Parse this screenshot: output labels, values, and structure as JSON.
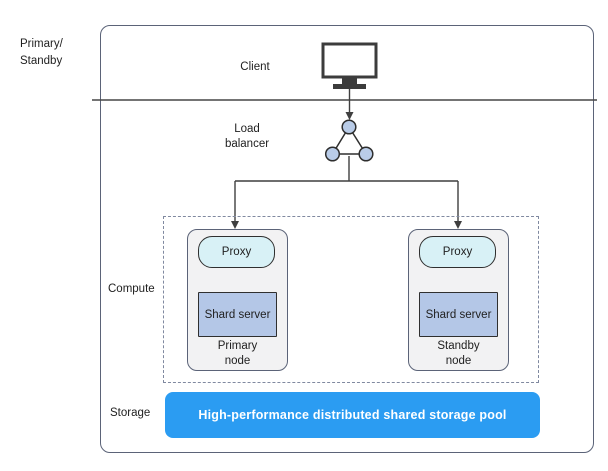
{
  "diagram": {
    "row_label": {
      "line1": "Primary/",
      "line2": "Standby"
    },
    "client": {
      "label": "Client"
    },
    "load_balancer": {
      "label": "Load balancer"
    },
    "compute": {
      "label": "Compute",
      "nodes": [
        {
          "name": "Primary node",
          "proxy_label": "Proxy",
          "shard_label": "Shard server"
        },
        {
          "name": "Standby node",
          "proxy_label": "Proxy",
          "shard_label": "Shard server"
        }
      ]
    },
    "storage": {
      "label": "Storage",
      "pool_label": "High-performance distributed shared storage pool"
    },
    "colors": {
      "accent_blue": "#2b9cf2",
      "proxy_fill": "#d8f1f6",
      "shard_fill": "#b4c7e7",
      "node_fill": "#f2f2f3",
      "node_border": "#5b6378",
      "dash_border": "#8089a0",
      "line_color": "#3f3f3f",
      "lb_circle_fill": "#b9cce8"
    }
  }
}
